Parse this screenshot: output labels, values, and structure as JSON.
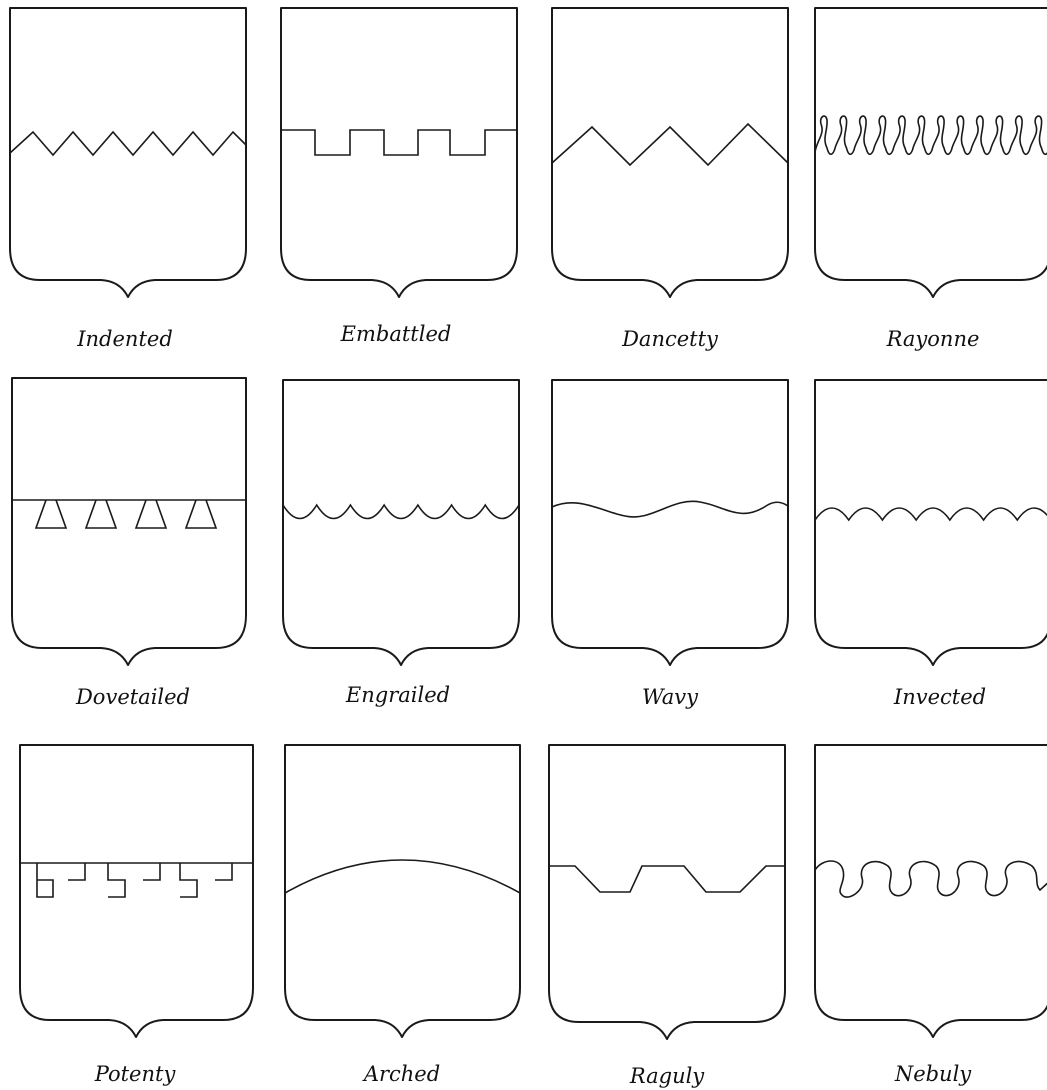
{
  "shields": [
    {
      "id": "indented",
      "label": "Indented"
    },
    {
      "id": "embattled",
      "label": "Embattled"
    },
    {
      "id": "dancetty",
      "label": "Dancetty"
    },
    {
      "id": "rayonne",
      "label": "Rayonne"
    },
    {
      "id": "dovetailed",
      "label": "Dovetailed"
    },
    {
      "id": "engrailed",
      "label": "Engrailed"
    },
    {
      "id": "wavy",
      "label": "Wavy"
    },
    {
      "id": "invected",
      "label": "Invected"
    },
    {
      "id": "potenty",
      "label": "Potenty"
    },
    {
      "id": "arched",
      "label": "Arched"
    },
    {
      "id": "raguly",
      "label": "Raguly"
    },
    {
      "id": "nebuly",
      "label": "Nebuly"
    }
  ],
  "colors": {
    "ink": "#1a1a1a",
    "background": "#ffffff"
  }
}
